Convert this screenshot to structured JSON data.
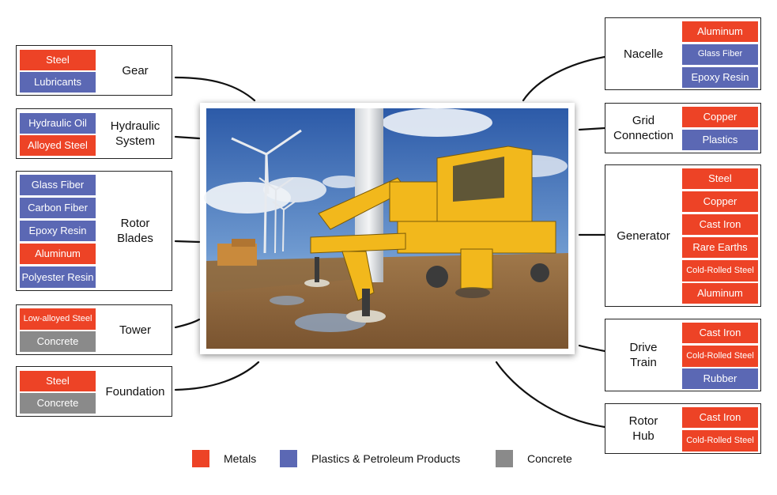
{
  "colors": {
    "metal": "#ed4326",
    "plastic": "#5b68b4",
    "concrete": "#8a8a8a"
  },
  "components": {
    "gear": {
      "label": "Gear",
      "materials": [
        {
          "name": "Steel",
          "type": "metal"
        },
        {
          "name": "Lubricants",
          "type": "plastic"
        }
      ]
    },
    "hydraulic": {
      "label": "Hydraulic\nSystem",
      "materials": [
        {
          "name": "Hydraulic Oil",
          "type": "plastic"
        },
        {
          "name": "Alloyed Steel",
          "type": "metal"
        }
      ]
    },
    "rotor_blades": {
      "label": "Rotor\nBlades",
      "materials": [
        {
          "name": "Glass Fiber",
          "type": "plastic"
        },
        {
          "name": "Carbon Fiber",
          "type": "plastic"
        },
        {
          "name": "Epoxy Resin",
          "type": "plastic"
        },
        {
          "name": "Aluminum",
          "type": "metal"
        },
        {
          "name": "Polyester Resin",
          "type": "plastic"
        }
      ]
    },
    "tower": {
      "label": "Tower",
      "materials": [
        {
          "name": "Low-alloyed Steel",
          "type": "metal"
        },
        {
          "name": "Concrete",
          "type": "concrete"
        }
      ]
    },
    "foundation": {
      "label": "Foundation",
      "materials": [
        {
          "name": "Steel",
          "type": "metal"
        },
        {
          "name": "Concrete",
          "type": "concrete"
        }
      ]
    },
    "nacelle": {
      "label": "Nacelle",
      "materials": [
        {
          "name": "Aluminum",
          "type": "metal"
        },
        {
          "name": "Glass Fiber",
          "type": "plastic"
        },
        {
          "name": "Epoxy Resin",
          "type": "plastic"
        }
      ]
    },
    "grid": {
      "label": "Grid\nConnection",
      "materials": [
        {
          "name": "Copper",
          "type": "metal"
        },
        {
          "name": "Plastics",
          "type": "plastic"
        }
      ]
    },
    "generator": {
      "label": "Generator",
      "materials": [
        {
          "name": "Steel",
          "type": "metal"
        },
        {
          "name": "Copper",
          "type": "metal"
        },
        {
          "name": "Cast Iron",
          "type": "metal"
        },
        {
          "name": "Rare Earths",
          "type": "metal"
        },
        {
          "name": "Cold-Rolled Steel",
          "type": "metal"
        },
        {
          "name": "Aluminum",
          "type": "metal"
        }
      ]
    },
    "drive_train": {
      "label": "Drive\nTrain",
      "materials": [
        {
          "name": "Cast Iron",
          "type": "metal"
        },
        {
          "name": "Cold-Rolled Steel",
          "type": "metal"
        },
        {
          "name": "Rubber",
          "type": "plastic"
        }
      ]
    },
    "rotor_hub": {
      "label": "Rotor\nHub",
      "materials": [
        {
          "name": "Cast Iron",
          "type": "metal"
        },
        {
          "name": "Cold-Rolled Steel",
          "type": "metal"
        }
      ]
    }
  },
  "legend": {
    "metals": "Metals",
    "plastics": "Plastics & Petroleum Products",
    "concrete": "Concrete"
  }
}
